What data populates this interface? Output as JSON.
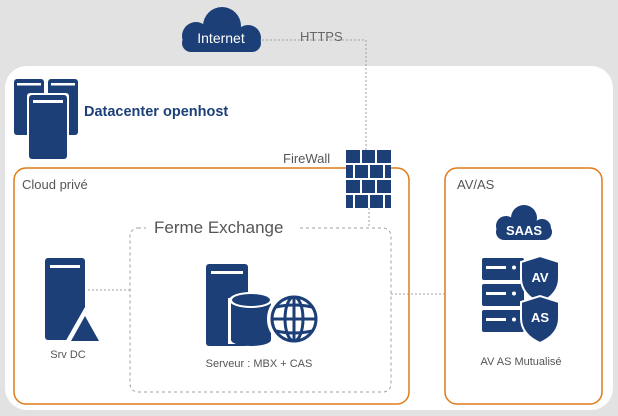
{
  "internet": {
    "label": "Internet",
    "link_label": "HTTPS"
  },
  "datacenter": {
    "title": "Datacenter openhost"
  },
  "firewall": {
    "label": "FireWall"
  },
  "cloud_prive": {
    "title": "Cloud privé",
    "srv_dc": {
      "label": "Srv DC"
    },
    "ferme": {
      "title": "Ferme Exchange",
      "server": {
        "label": "Serveur : MBX + CAS"
      }
    }
  },
  "av_as": {
    "title": "AV/AS",
    "saas": {
      "label": "SAAS"
    },
    "shield_av": {
      "label": "AV"
    },
    "shield_as": {
      "label": "AS"
    },
    "caption": "AV AS Mutualisé"
  },
  "colors": {
    "navy": "#1c3f78",
    "orange": "#e07b1a",
    "dotted": "#a0a0a0",
    "panel": "#ffffff",
    "background": "#e2e2e2"
  }
}
